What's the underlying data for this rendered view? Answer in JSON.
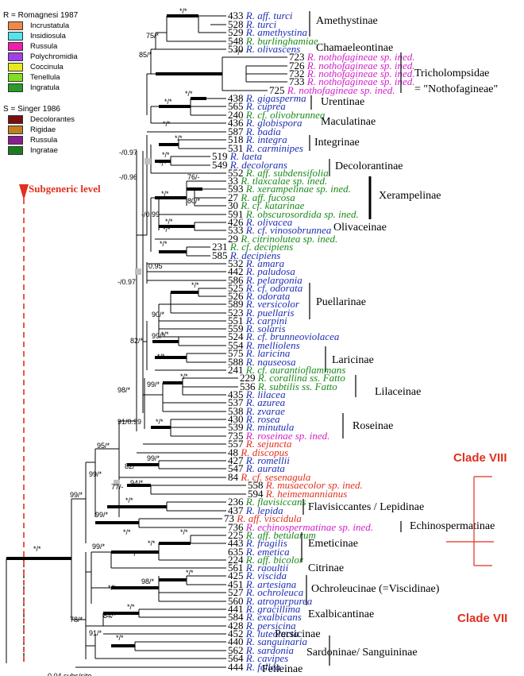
{
  "colors": {
    "green": "#1a8a1a",
    "blue": "#1f2fb4",
    "magenta": "#d21ec8",
    "red": "#e0301e",
    "gray": "#c0c0c0",
    "black": "#000000"
  },
  "legend_romagnesi": {
    "title": "R = Romagnesi 1987",
    "items": [
      {
        "label": "Incrustatula",
        "color": "#f0884a"
      },
      {
        "label": "Insidiosula",
        "color": "#56e2ee"
      },
      {
        "label": "Russula",
        "color": "#f01eae"
      },
      {
        "label": "Polychromidia",
        "color": "#a040e8"
      },
      {
        "label": "Coccinula",
        "color": "#e8e81e"
      },
      {
        "label": "Tenellula",
        "color": "#7ee01e"
      },
      {
        "label": "Ingratula",
        "color": "#2a9a2a"
      }
    ]
  },
  "legend_singer": {
    "title": "S = Singer 1986",
    "items": [
      {
        "label": "Decolorantes",
        "color": "#7a0e0e"
      },
      {
        "label": "Rigidae",
        "color": "#c07e1e"
      },
      {
        "label": "Russula",
        "color": "#8a1e8a"
      },
      {
        "label": "Ingratae",
        "color": "#1e7a1e"
      }
    ]
  },
  "subgeneric_label": "Subgeneric level",
  "big_clades": [
    "Clade VIII",
    "Clade VII"
  ],
  "clade_labels": [
    "Amethystinae",
    "Chamaeleontinae",
    "Tricholompsidae",
    "= \"Nothofagineae\"",
    "Urentinae",
    "Maculatinae",
    "Integrinae",
    "Decolorantinae",
    "Xerampelinae",
    "Olivaceinae",
    "Puellarinae",
    "Laricinae",
    "Lilaceinae",
    "Roseinae",
    "Flavisiccantes / Lepidinae",
    "Echinospermatinae",
    "Emeticinae",
    "Citrinae",
    "Ochroleucinae (=Viscidinae)",
    "Exalbicantinae",
    "Persicinae",
    "Sardoninae/ Sanguininae",
    "Felleinae"
  ],
  "tips": [
    {
      "num": "433",
      "name": "R. aff. turci",
      "color": "blue"
    },
    {
      "num": "528",
      "name": "R. turci",
      "color": "blue"
    },
    {
      "num": "529",
      "name": "R. amethystina",
      "color": "blue"
    },
    {
      "num": "548",
      "name": "R. burlinghamiae",
      "color": "green"
    },
    {
      "num": "530",
      "name": "R. olivascens",
      "color": "blue"
    },
    {
      "num": "723",
      "name": "R. nothofagineae sp. ined.",
      "color": "magenta"
    },
    {
      "num": "726",
      "name": "R. nothofagineae sp. ined.",
      "color": "magenta"
    },
    {
      "num": "732",
      "name": "R. nothofagineae sp. ined.",
      "color": "magenta"
    },
    {
      "num": "733",
      "name": "R. nothofagineae sp. ined.",
      "color": "magenta"
    },
    {
      "num": "725",
      "name": "R. nothofagineae sp. ined.",
      "color": "magenta"
    },
    {
      "num": "438",
      "name": "R. gigasperma",
      "color": "blue"
    },
    {
      "num": "565",
      "name": "R. cuprea",
      "color": "blue"
    },
    {
      "num": "240",
      "name": "R. cf. olivobrunnea",
      "color": "green"
    },
    {
      "num": "436",
      "name": "R. globispora",
      "color": "blue"
    },
    {
      "num": "587",
      "name": "R. badia",
      "color": "blue"
    },
    {
      "num": "518",
      "name": "R. integra",
      "color": "blue"
    },
    {
      "num": "531",
      "name": "R. carminipes",
      "color": "blue"
    },
    {
      "num": "519",
      "name": "R. laeta",
      "color": "blue"
    },
    {
      "num": "549",
      "name": "R. decolorans",
      "color": "blue"
    },
    {
      "num": "552",
      "name": "R. aff. subdensifolia",
      "color": "green"
    },
    {
      "num": "33",
      "name": "R. tlaxcalae sp. ined.",
      "color": "green"
    },
    {
      "num": "593",
      "name": "R. xerampelinae sp. ined.",
      "color": "green"
    },
    {
      "num": "27",
      "name": "R. aff. fucosa",
      "color": "green"
    },
    {
      "num": "30",
      "name": "R. cf. katarinae",
      "color": "green"
    },
    {
      "num": "591",
      "name": "R. obscurosordida sp. ined.",
      "color": "green"
    },
    {
      "num": "426",
      "name": "R. olivacea",
      "color": "blue"
    },
    {
      "num": "533",
      "name": "R. cf. vinosobrunnea",
      "color": "blue"
    },
    {
      "num": "29",
      "name": "R. citrinolutea sp. ined.",
      "color": "green"
    },
    {
      "num": "231",
      "name": "R. cf. decipiens",
      "color": "green"
    },
    {
      "num": "585",
      "name": "R. decipiens",
      "color": "blue"
    },
    {
      "num": "532",
      "name": "R. amara",
      "color": "blue"
    },
    {
      "num": "442",
      "name": "R. paludosa",
      "color": "blue"
    },
    {
      "num": "586",
      "name": "R. pelargonia",
      "color": "blue"
    },
    {
      "num": "525",
      "name": "R. cf. odorata",
      "color": "blue"
    },
    {
      "num": "526",
      "name": "R. odorata",
      "color": "blue"
    },
    {
      "num": "589",
      "name": "R. versicolor",
      "color": "blue"
    },
    {
      "num": "523",
      "name": "R. puellaris",
      "color": "blue"
    },
    {
      "num": "551",
      "name": "R. carpini",
      "color": "blue"
    },
    {
      "num": "559",
      "name": "R. solaris",
      "color": "blue"
    },
    {
      "num": "524",
      "name": "R. cf. brunneoviolacea",
      "color": "blue"
    },
    {
      "num": "554",
      "name": "R. melliolens",
      "color": "blue"
    },
    {
      "num": "575",
      "name": "R. laricina",
      "color": "blue"
    },
    {
      "num": "588",
      "name": "R. nauseosa",
      "color": "blue"
    },
    {
      "num": "241",
      "name": "R. cf. aurantioflammans",
      "color": "green"
    },
    {
      "num": "229",
      "name": "R. corallina ss. Fatto",
      "color": "green"
    },
    {
      "num": "536",
      "name": "R. subtilis ss. Fatto",
      "color": "green"
    },
    {
      "num": "435",
      "name": "R. lilacea",
      "color": "blue"
    },
    {
      "num": "537",
      "name": "R. azurea",
      "color": "blue"
    },
    {
      "num": "538",
      "name": "R. zvarae",
      "color": "blue"
    },
    {
      "num": "430",
      "name": "R. rosea",
      "color": "blue"
    },
    {
      "num": "539",
      "name": "R. minutula",
      "color": "blue"
    },
    {
      "num": "735",
      "name": "R. roseinae sp. ined.",
      "color": "magenta"
    },
    {
      "num": "557",
      "name": "R. sejuncta",
      "color": "red"
    },
    {
      "num": "48",
      "name": "R. discopus",
      "color": "red"
    },
    {
      "num": "427",
      "name": "R. romellii",
      "color": "blue"
    },
    {
      "num": "547",
      "name": "R. aurata",
      "color": "blue"
    },
    {
      "num": "84",
      "name": "R. cf. sesenagula",
      "color": "red"
    },
    {
      "num": "558",
      "name": "R. musaecolor sp. ined.",
      "color": "red"
    },
    {
      "num": "594",
      "name": "R. heimemannianus",
      "color": "red"
    },
    {
      "num": "236",
      "name": "R. flavisiccans",
      "color": "green"
    },
    {
      "num": "437",
      "name": "R. lepida",
      "color": "blue"
    },
    {
      "num": "73",
      "name": "R. aff. viscidula",
      "color": "red"
    },
    {
      "num": "736",
      "name": "R. echinospermatinae sp. ined.",
      "color": "magenta"
    },
    {
      "num": "225",
      "name": "R. aff. betularum",
      "color": "green"
    },
    {
      "num": "443",
      "name": "R. fragilis",
      "color": "blue"
    },
    {
      "num": "635",
      "name": "R. emetica",
      "color": "blue"
    },
    {
      "num": "224",
      "name": "R. aff. bicolor",
      "color": "green"
    },
    {
      "num": "561",
      "name": "R. raoultii",
      "color": "blue"
    },
    {
      "num": "425",
      "name": "R. viscida",
      "color": "blue"
    },
    {
      "num": "451",
      "name": "R. artesiana",
      "color": "blue"
    },
    {
      "num": "527",
      "name": "R. ochroleuca",
      "color": "blue"
    },
    {
      "num": "560",
      "name": "R. atropurpurea",
      "color": "blue"
    },
    {
      "num": "441",
      "name": "R. gracillima",
      "color": "blue"
    },
    {
      "num": "584",
      "name": "R. exalbicans",
      "color": "blue"
    },
    {
      "num": "428",
      "name": "R. persicina",
      "color": "blue"
    },
    {
      "num": "452",
      "name": "R. luteotacta",
      "color": "blue"
    },
    {
      "num": "440",
      "name": "R. sanguinaria",
      "color": "blue"
    },
    {
      "num": "562",
      "name": "R. sardonia",
      "color": "blue"
    },
    {
      "num": "564",
      "name": "R. cavipes",
      "color": "blue"
    },
    {
      "num": "444",
      "name": "R. fellea",
      "color": "blue"
    }
  ],
  "support_labels": [
    "*/*",
    "75/*",
    "85/*",
    "*/*",
    "*/*",
    "*/*",
    "*/*",
    "*/*",
    "*/*",
    "-/0.97",
    "*/*",
    "-/0.96",
    "76/-",
    "*/*",
    "80/*",
    "-/0.99",
    "*/*",
    "*/*",
    "*/*",
    "0.95",
    "-/0.97",
    "*/*",
    "90/*",
    "*/*",
    "99/*",
    "82/*",
    "*/*",
    "*/*",
    "99/*",
    "98/*",
    "91/0.99",
    "*/*",
    "95/*",
    "82/*",
    "99/*",
    "99/*",
    "77/-",
    "94/*",
    "99/*",
    "*/*",
    "99/*",
    "*/*",
    "*/*",
    "99/*",
    "*/*",
    "98/*",
    "*/*",
    "*/*",
    "*/*",
    "84/*",
    "*/*",
    "91/*",
    "*/*",
    "78/*",
    "*/*"
  ],
  "scale_text": "0.04 subs/site"
}
